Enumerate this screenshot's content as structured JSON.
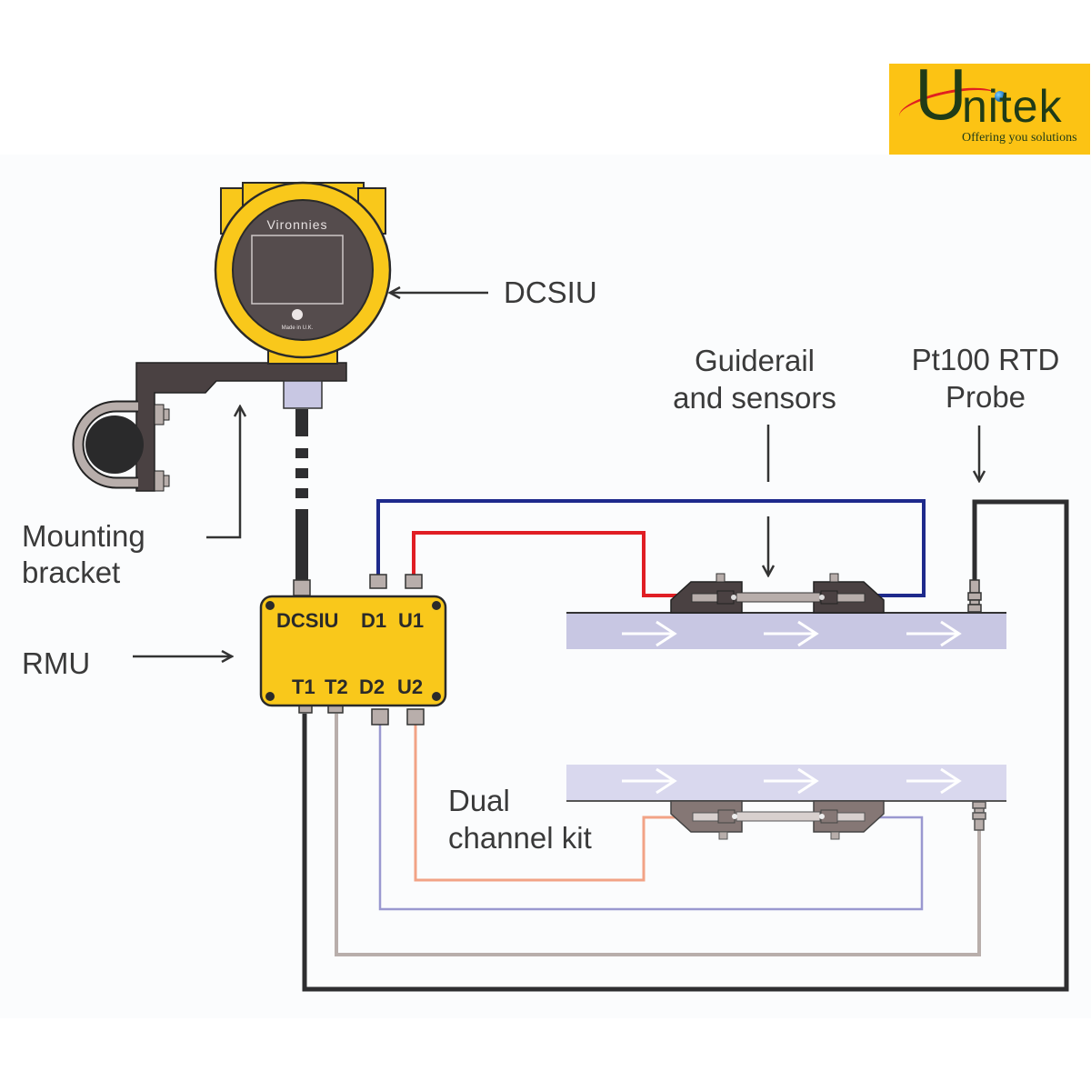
{
  "logo": {
    "brand_initial": "U",
    "brand_rest": "nitek",
    "tagline": "Offering you solutions",
    "colors": {
      "background": "#fcc314",
      "text": "#1f3b17",
      "swoosh": "#e02020"
    }
  },
  "labels": {
    "dcsiu": "DCSIU",
    "mounting_bracket": [
      "Mounting",
      "bracket"
    ],
    "rmu": "RMU",
    "guiderail": [
      "Guiderail",
      "and sensors"
    ],
    "pt100": [
      "Pt100 RTD",
      "Probe"
    ],
    "dual_channel": [
      "Dual",
      "channel kit"
    ]
  },
  "dcsiu_unit": {
    "brand_text": "Vironnies",
    "made_in": "Made in U.K."
  },
  "rmu_box": {
    "top_ports": [
      "DCSIU",
      "D1",
      "U1"
    ],
    "bottom_ports": [
      "T1",
      "T2",
      "D2",
      "U2"
    ]
  },
  "colors": {
    "enclosure_yellow": "#f9c81b",
    "dark_grey": "#4a4142",
    "cable_black": "#2e2e30",
    "cable_d1": "#1e2a8c",
    "cable_u1": "#e01e24",
    "cable_d2": "#9a98d0",
    "cable_u2": "#f2a386",
    "cable_t2": "#b8aeab",
    "pipe": "#c8c7e3",
    "pipe_light": "#d9d8ee"
  }
}
